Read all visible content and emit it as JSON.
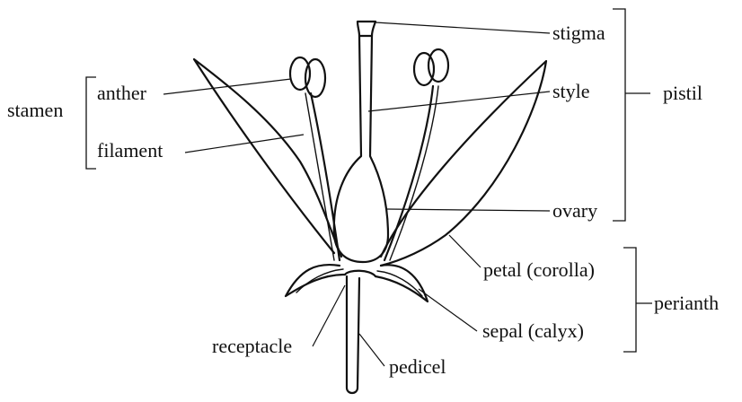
{
  "labels": {
    "stigma": "stigma",
    "style": "style",
    "ovary": "ovary",
    "pistil": "pistil",
    "anther": "anther",
    "filament": "filament",
    "stamen": "stamen",
    "petal": "petal (corolla)",
    "sepal": "sepal (calyx)",
    "perianth": "perianth",
    "receptacle": "receptacle",
    "pedicel": "pedicel"
  }
}
